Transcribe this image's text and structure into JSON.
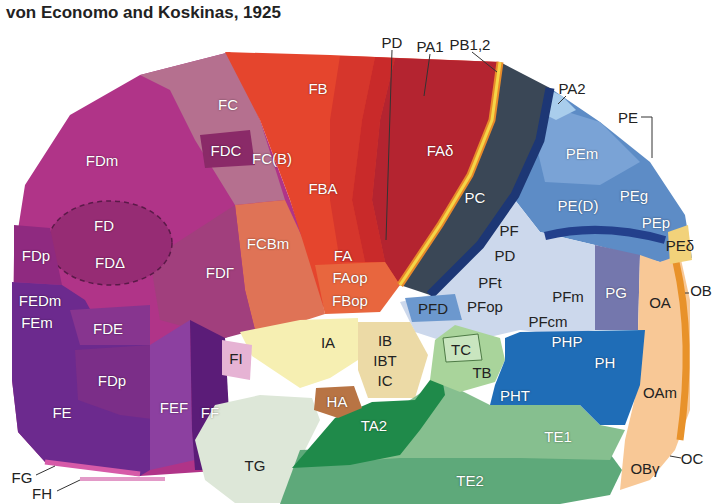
{
  "diagram": {
    "title": "von Economo and Koskinas, 1925",
    "labels": [
      "PD",
      "PA1",
      "PB1,2",
      "PA2",
      "PE",
      "FC",
      "FB",
      "FAδ",
      "PC",
      "PEm",
      "FDm",
      "FDC",
      "FC(B)",
      "FBA",
      "PE(D)",
      "PEg",
      "FD",
      "FDΔ",
      "FCBm",
      "FA",
      "PF",
      "PEp",
      "PEδ",
      "FDp",
      "FDΓ",
      "FAop",
      "PD",
      "PFt",
      "FEDm",
      "FEm",
      "FDE",
      "FBop",
      "PFD",
      "PFop",
      "PFm",
      "PG",
      "OA",
      "OB",
      "FDp",
      "IA",
      "PFcm",
      "FI",
      "IB",
      "TC",
      "PHP",
      "FE",
      "IBT",
      "TB",
      "PH",
      "FEF",
      "FF",
      "PHT",
      "IC",
      "OAm",
      "HA",
      "TA2",
      "TE1",
      "FG",
      "FH",
      "OBγ",
      "OC",
      "TG",
      "TE2"
    ]
  }
}
